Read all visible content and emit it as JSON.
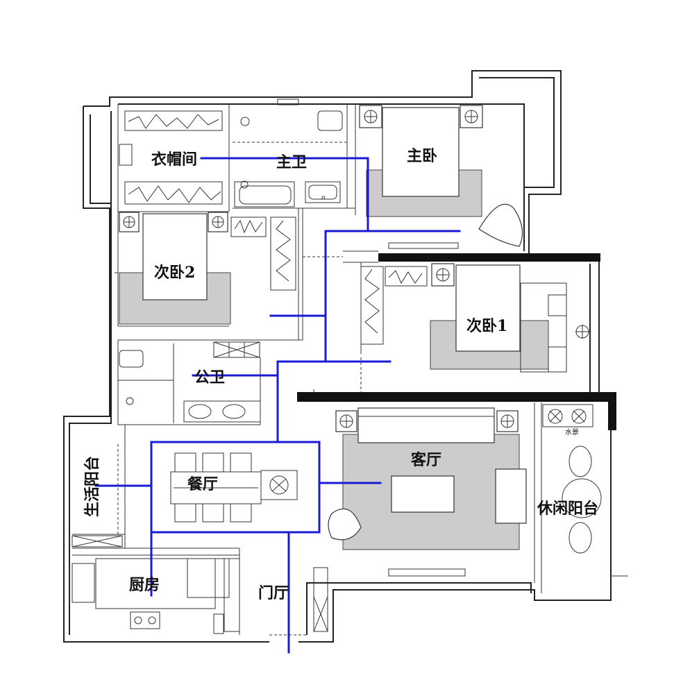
{
  "colors": {
    "flow_line": "#1a1ad6",
    "carpet": "#cccccc",
    "wall": "#222222"
  },
  "rooms": {
    "closet": "衣帽间",
    "master_bath": "主卫",
    "master_bedroom": "主卧",
    "bedroom2": "次卧2",
    "bedroom1": "次卧1",
    "public_bath": "公卫",
    "utility_balcony": "生活阳台",
    "dining": "餐厅",
    "living": "客厅",
    "leisure_balcony": "休闲阳台",
    "kitchen": "厨房",
    "foyer": "门厅"
  },
  "annotations": {
    "water_bar": "水景"
  }
}
